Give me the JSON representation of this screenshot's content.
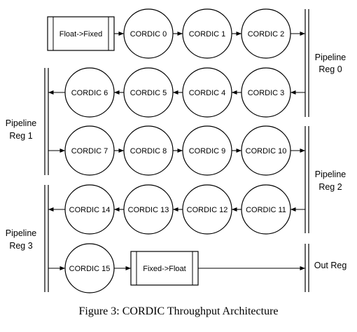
{
  "converters": {
    "float_to_fixed": "Float->Fixed",
    "fixed_to_float": "Fixed->Float"
  },
  "stages": [
    {
      "label": "CORDIC 0"
    },
    {
      "label": "CORDIC 1"
    },
    {
      "label": "CORDIC 2"
    },
    {
      "label": "CORDIC 3"
    },
    {
      "label": "CORDIC 4"
    },
    {
      "label": "CORDIC 5"
    },
    {
      "label": "CORDIC 6"
    },
    {
      "label": "CORDIC 7"
    },
    {
      "label": "CORDIC 8"
    },
    {
      "label": "CORDIC 9"
    },
    {
      "label": "CORDIC 10"
    },
    {
      "label": "CORDIC 11"
    },
    {
      "label": "CORDIC 12"
    },
    {
      "label": "CORDIC 13"
    },
    {
      "label": "CORDIC 14"
    },
    {
      "label": "CORDIC 15"
    }
  ],
  "registers": {
    "reg0": {
      "line1": "Pipeline",
      "line2": "Reg 0"
    },
    "reg1": {
      "line1": "Pipeline",
      "line2": "Reg 1"
    },
    "reg2": {
      "line1": "Pipeline",
      "line2": "Reg 2"
    },
    "reg3": {
      "line1": "Pipeline",
      "line2": "Reg 3"
    },
    "out": {
      "line1": "Out Reg"
    }
  },
  "caption": "Figure 3: CORDIC Throughput Architecture"
}
